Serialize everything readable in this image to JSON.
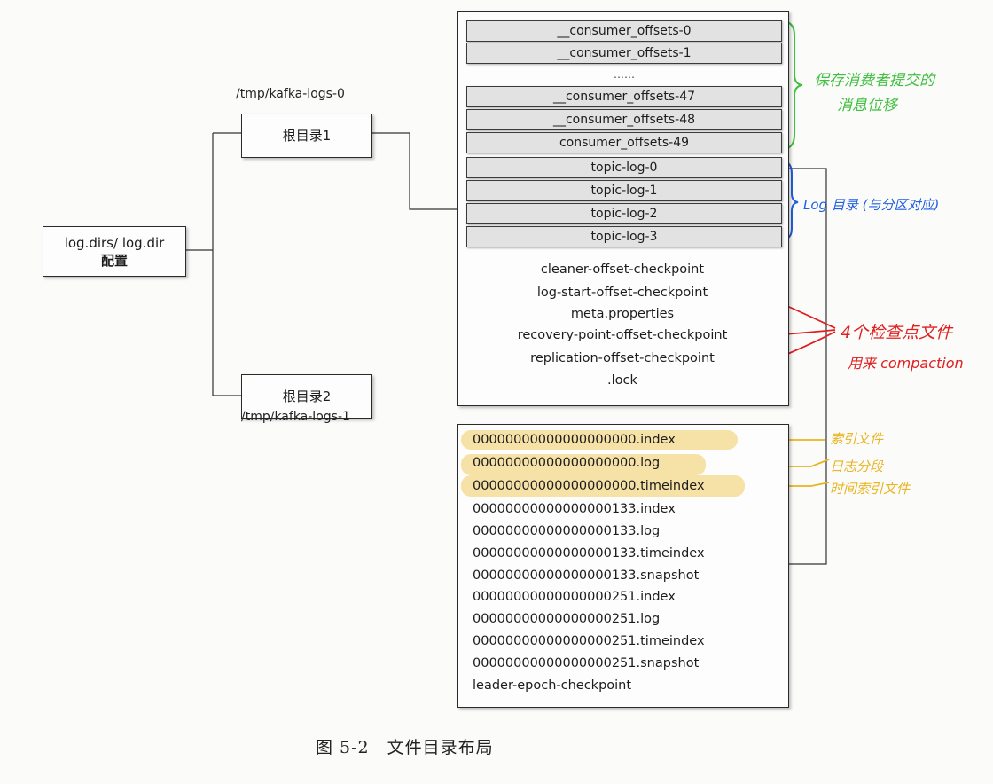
{
  "config_box": {
    "line1": "log.dirs/ log.dir",
    "line2": "配置"
  },
  "root_dirs": [
    {
      "label": "根目录1",
      "path": "/tmp/kafka-logs-0"
    },
    {
      "label": "根目录2",
      "path": "/tmp/kafka-logs-1"
    }
  ],
  "consumer_offsets": {
    "top": [
      "__consumer_offsets-0",
      "__consumer_offsets-1"
    ],
    "ellipsis": "……",
    "bottom": [
      "__consumer_offsets-47",
      "__consumer_offsets-48",
      "consumer_offsets-49"
    ]
  },
  "topic_logs": [
    "topic-log-0",
    "topic-log-1",
    "topic-log-2",
    "topic-log-3"
  ],
  "checkpoint_files": [
    "cleaner-offset-checkpoint",
    "log-start-offset-checkpoint",
    "meta.properties",
    "recovery-point-offset-checkpoint",
    "replication-offset-checkpoint",
    ".lock"
  ],
  "segment_files": [
    "00000000000000000000.index",
    "00000000000000000000.log",
    "00000000000000000000.timeindex",
    "00000000000000000133.index",
    "00000000000000000133.log",
    "00000000000000000133.timeindex",
    "00000000000000000133.snapshot",
    "00000000000000000251.index",
    "00000000000000000251.log",
    "00000000000000000251.timeindex",
    "00000000000000000251.snapshot",
    "leader-epoch-checkpoint"
  ],
  "annotations": {
    "consumer_offsets_note_line1": "保存消费者提交的",
    "consumer_offsets_note_line2": "消息位移",
    "log_dir_note": "Log 目录 (与分区对应)",
    "checkpoint_note_line1": "4个检查点文件",
    "checkpoint_note_line2": "用来 compaction",
    "index_note": "索引文件",
    "log_segment_note": "日志分段",
    "timeindex_note": "时间索引文件"
  },
  "colors": {
    "green": "#3fbf3f",
    "blue": "#1f5fe0",
    "red": "#e02020",
    "yellow": "#e8b420",
    "highlight": "#f2ce6e"
  },
  "caption": "图 5-2　文件目录布局"
}
